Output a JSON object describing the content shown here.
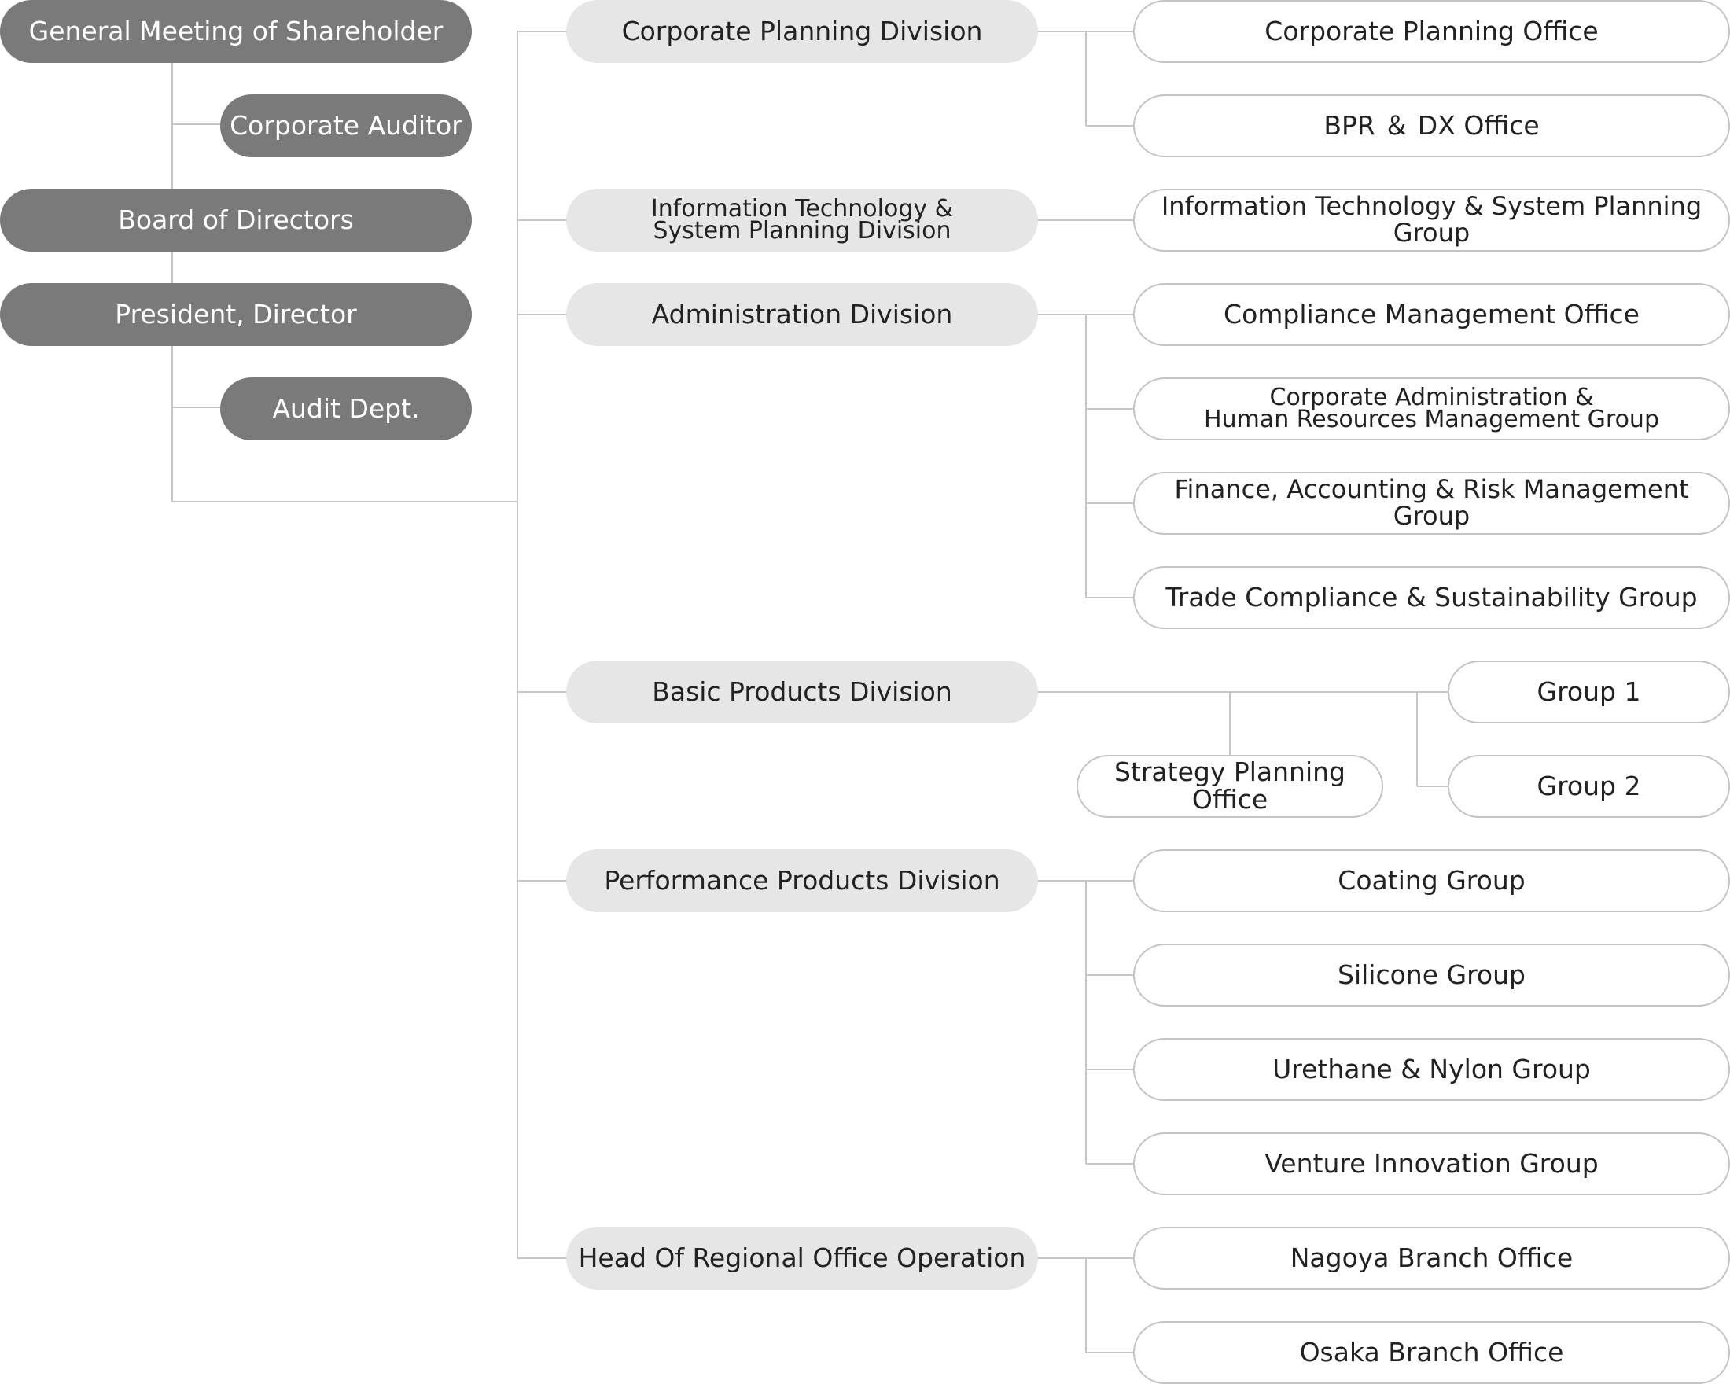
{
  "executive": {
    "general_meeting": "General Meeting of Shareholder",
    "corporate_auditor": "Corporate Auditor",
    "board": "Board of Directors",
    "president": "President, Director",
    "audit_dept": "Audit Dept."
  },
  "divisions": {
    "corporate_planning": {
      "name": "Corporate Planning Division",
      "units": [
        "Corporate Planning Office",
        "BPR ＆ DX Office"
      ]
    },
    "it_system_planning": {
      "name": "Information Technology &\nSystem Planning Division",
      "units": [
        "Information Technology & System Planning Group"
      ]
    },
    "administration": {
      "name": "Administration Division",
      "units": [
        "Compliance Management Office",
        "Corporate Administration &\nHuman Resources Management Group",
        "Finance, Accounting & Risk Management Group",
        "Trade Compliance & Sustainability Group"
      ]
    },
    "basic_products": {
      "name": "Basic Products Division",
      "strategy_office": "Strategy Planning Office",
      "units": [
        "Group 1",
        "Group 2"
      ]
    },
    "performance_products": {
      "name": "Performance Products Division",
      "units": [
        "Coating Group",
        "Silicone Group",
        "Urethane & Nylon Group",
        "Venture Innovation Group"
      ]
    },
    "regional_offices": {
      "name": "Head Of Regional Office Operation",
      "units": [
        "Nagoya Branch Office",
        "Osaka Branch Office"
      ]
    }
  }
}
